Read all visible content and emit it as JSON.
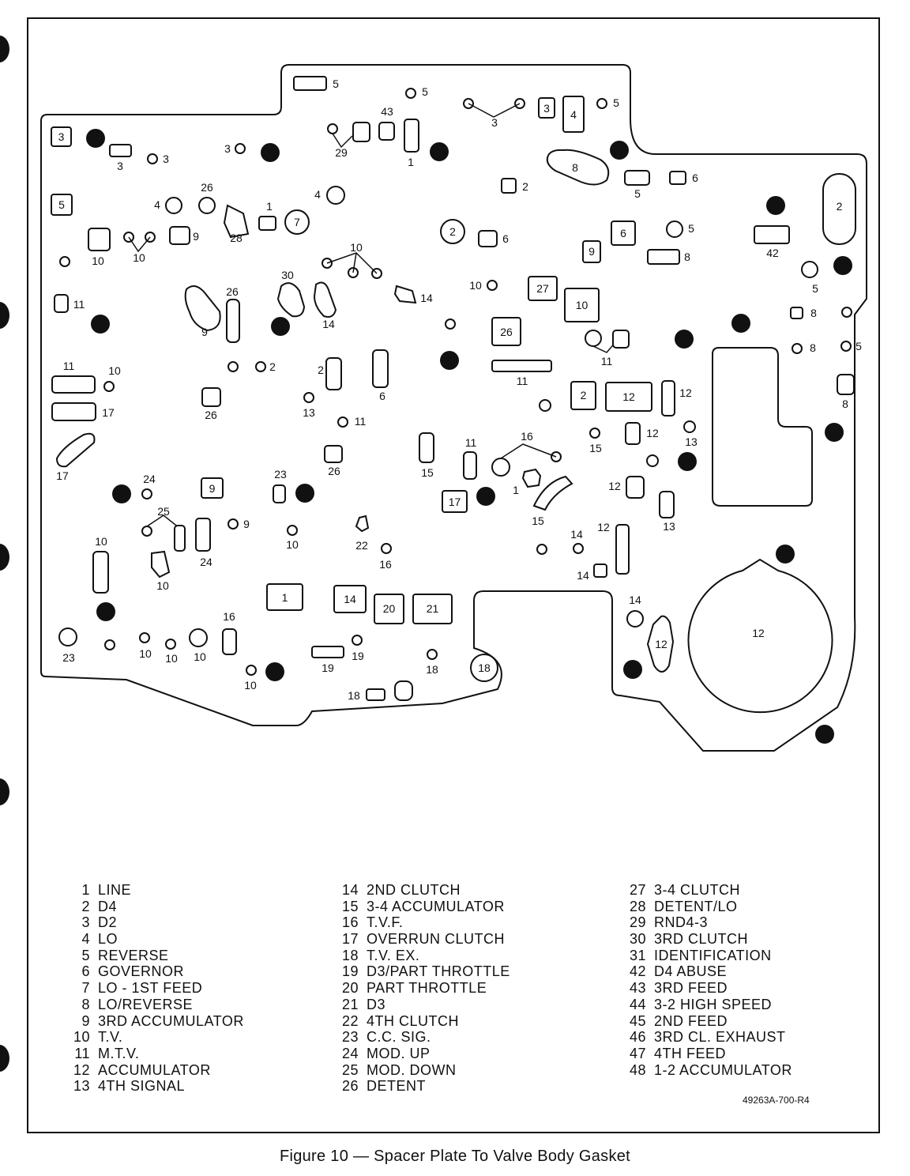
{
  "figure": {
    "caption": "Figure 10 — Spacer Plate To Valve Body Gasket",
    "part_code": "49263A-700-R4"
  },
  "legend": [
    [
      {
        "num": "1",
        "label": "LINE"
      },
      {
        "num": "2",
        "label": "D4"
      },
      {
        "num": "3",
        "label": "D2"
      },
      {
        "num": "4",
        "label": "LO"
      },
      {
        "num": "5",
        "label": "REVERSE"
      },
      {
        "num": "6",
        "label": "GOVERNOR"
      },
      {
        "num": "7",
        "label": "LO - 1ST FEED"
      },
      {
        "num": "8",
        "label": "LO/REVERSE"
      },
      {
        "num": "9",
        "label": "3RD ACCUMULATOR"
      },
      {
        "num": "10",
        "label": "T.V."
      },
      {
        "num": "11",
        "label": "M.T.V."
      },
      {
        "num": "12",
        "label": "ACCUMULATOR"
      },
      {
        "num": "13",
        "label": "4TH SIGNAL"
      }
    ],
    [
      {
        "num": "14",
        "label": "2ND CLUTCH"
      },
      {
        "num": "15",
        "label": "3-4 ACCUMULATOR"
      },
      {
        "num": "16",
        "label": "T.V.F."
      },
      {
        "num": "17",
        "label": "OVERRUN CLUTCH"
      },
      {
        "num": "18",
        "label": "T.V. EX."
      },
      {
        "num": "19",
        "label": "D3/PART THROTTLE"
      },
      {
        "num": "20",
        "label": "PART THROTTLE"
      },
      {
        "num": "21",
        "label": "D3"
      },
      {
        "num": "22",
        "label": "4TH CLUTCH"
      },
      {
        "num": "23",
        "label": "C.C. SIG."
      },
      {
        "num": "24",
        "label": "MOD. UP"
      },
      {
        "num": "25",
        "label": "MOD. DOWN"
      },
      {
        "num": "26",
        "label": "DETENT"
      }
    ],
    [
      {
        "num": "27",
        "label": "3-4 CLUTCH"
      },
      {
        "num": "28",
        "label": "DETENT/LO"
      },
      {
        "num": "29",
        "label": "RND4-3"
      },
      {
        "num": "30",
        "label": "3RD CLUTCH"
      },
      {
        "num": "31",
        "label": "IDENTIFICATION"
      },
      {
        "num": "42",
        "label": "D4 ABUSE"
      },
      {
        "num": "43",
        "label": "3RD FEED"
      },
      {
        "num": "44",
        "label": "3-2 HIGH SPEED"
      },
      {
        "num": "45",
        "label": "2ND FEED"
      },
      {
        "num": "46",
        "label": "3RD CL. EXHAUST"
      },
      {
        "num": "47",
        "label": "4TH FEED"
      },
      {
        "num": "48",
        "label": "1-2 ACCUMULATOR"
      }
    ]
  ],
  "diagram": {
    "bolt_hole_color": "#111111",
    "line_color": "#111111",
    "boxed_labels": [
      {
        "id": "b1",
        "text": "3"
      },
      {
        "id": "b2",
        "text": "5"
      },
      {
        "id": "b3",
        "text": "3"
      },
      {
        "id": "b4",
        "text": "4"
      },
      {
        "id": "b5",
        "text": "6"
      },
      {
        "id": "b6",
        "text": "9"
      },
      {
        "id": "b7",
        "text": "27"
      },
      {
        "id": "b8",
        "text": "10"
      },
      {
        "id": "b9",
        "text": "26"
      },
      {
        "id": "b10",
        "text": "2"
      },
      {
        "id": "b11",
        "text": "12"
      },
      {
        "id": "b12",
        "text": "9"
      },
      {
        "id": "b13",
        "text": "17"
      },
      {
        "id": "b14",
        "text": "1"
      },
      {
        "id": "b15",
        "text": "14"
      },
      {
        "id": "b16",
        "text": "20"
      },
      {
        "id": "b17",
        "text": "21"
      }
    ],
    "circled_labels": [
      {
        "id": "c1",
        "text": "7"
      },
      {
        "id": "c2",
        "text": "2"
      },
      {
        "id": "c3",
        "text": "18"
      }
    ],
    "inner_labels": [
      {
        "id": "i1",
        "text": "8"
      },
      {
        "id": "i2",
        "text": "2"
      },
      {
        "id": "i3",
        "text": "12"
      },
      {
        "id": "i4",
        "text": "12"
      }
    ],
    "callouts": [
      {
        "id": "t1",
        "text": "5"
      },
      {
        "id": "t2",
        "text": "5"
      },
      {
        "id": "t3",
        "text": "43"
      },
      {
        "id": "t4",
        "text": "3"
      },
      {
        "id": "t5",
        "text": "5"
      },
      {
        "id": "t6",
        "text": "29"
      },
      {
        "id": "t7",
        "text": "1"
      },
      {
        "id": "t8",
        "text": "3"
      },
      {
        "id": "t9",
        "text": "3"
      },
      {
        "id": "t10",
        "text": "3"
      },
      {
        "id": "t11",
        "text": "2"
      },
      {
        "id": "t12",
        "text": "5"
      },
      {
        "id": "t13",
        "text": "6"
      },
      {
        "id": "t14",
        "text": "26"
      },
      {
        "id": "t15",
        "text": "4"
      },
      {
        "id": "t16",
        "text": "4"
      },
      {
        "id": "t17",
        "text": "1"
      },
      {
        "id": "t18",
        "text": "28"
      },
      {
        "id": "t19",
        "text": "9"
      },
      {
        "id": "t20",
        "text": "10"
      },
      {
        "id": "t21",
        "text": "10"
      },
      {
        "id": "t22",
        "text": "6"
      },
      {
        "id": "t23",
        "text": "5"
      },
      {
        "id": "t24",
        "text": "8"
      },
      {
        "id": "t25",
        "text": "42"
      },
      {
        "id": "t26",
        "text": "5"
      },
      {
        "id": "t27",
        "text": "10"
      },
      {
        "id": "t28",
        "text": "30"
      },
      {
        "id": "t29",
        "text": "26"
      },
      {
        "id": "t30",
        "text": "10"
      },
      {
        "id": "t31",
        "text": "14"
      },
      {
        "id": "t32",
        "text": "14"
      },
      {
        "id": "t33",
        "text": "11"
      },
      {
        "id": "t34",
        "text": "9"
      },
      {
        "id": "t35",
        "text": "8"
      },
      {
        "id": "t36",
        "text": "8"
      },
      {
        "id": "t37",
        "text": "5"
      },
      {
        "id": "t38",
        "text": "11"
      },
      {
        "id": "t39",
        "text": "2"
      },
      {
        "id": "t40",
        "text": "2"
      },
      {
        "id": "t41",
        "text": "6"
      },
      {
        "id": "t42",
        "text": "11"
      },
      {
        "id": "t43",
        "text": "10"
      },
      {
        "id": "t44",
        "text": "11"
      },
      {
        "id": "t45",
        "text": "17"
      },
      {
        "id": "t46",
        "text": "26"
      },
      {
        "id": "t47",
        "text": "13"
      },
      {
        "id": "t48",
        "text": "11"
      },
      {
        "id": "t49",
        "text": "12"
      },
      {
        "id": "t50",
        "text": "8"
      },
      {
        "id": "t51",
        "text": "12"
      },
      {
        "id": "t52",
        "text": "15"
      },
      {
        "id": "t53",
        "text": "13"
      },
      {
        "id": "t54",
        "text": "17"
      },
      {
        "id": "t55",
        "text": "16"
      },
      {
        "id": "t56",
        "text": "11"
      },
      {
        "id": "t57",
        "text": "15"
      },
      {
        "id": "t58",
        "text": "26"
      },
      {
        "id": "t59",
        "text": "1"
      },
      {
        "id": "t60",
        "text": "15"
      },
      {
        "id": "t61",
        "text": "12"
      },
      {
        "id": "t62",
        "text": "13"
      },
      {
        "id": "t63",
        "text": "24"
      },
      {
        "id": "t64",
        "text": "23"
      },
      {
        "id": "t65",
        "text": "25"
      },
      {
        "id": "t66",
        "text": "9"
      },
      {
        "id": "t67",
        "text": "10"
      },
      {
        "id": "t68",
        "text": "10"
      },
      {
        "id": "t69",
        "text": "24"
      },
      {
        "id": "t70",
        "text": "22"
      },
      {
        "id": "t71",
        "text": "16"
      },
      {
        "id": "t72",
        "text": "10"
      },
      {
        "id": "t73",
        "text": "14"
      },
      {
        "id": "t74",
        "text": "12"
      },
      {
        "id": "t75",
        "text": "14"
      },
      {
        "id": "t76",
        "text": "23"
      },
      {
        "id": "t77",
        "text": "10"
      },
      {
        "id": "t78",
        "text": "10"
      },
      {
        "id": "t79",
        "text": "10"
      },
      {
        "id": "t80",
        "text": "16"
      },
      {
        "id": "t81",
        "text": "10"
      },
      {
        "id": "t82",
        "text": "19"
      },
      {
        "id": "t83",
        "text": "19"
      },
      {
        "id": "t84",
        "text": "18"
      },
      {
        "id": "t85",
        "text": "18"
      },
      {
        "id": "t86",
        "text": "14"
      },
      {
        "id": "t87",
        "text": "12"
      }
    ]
  }
}
